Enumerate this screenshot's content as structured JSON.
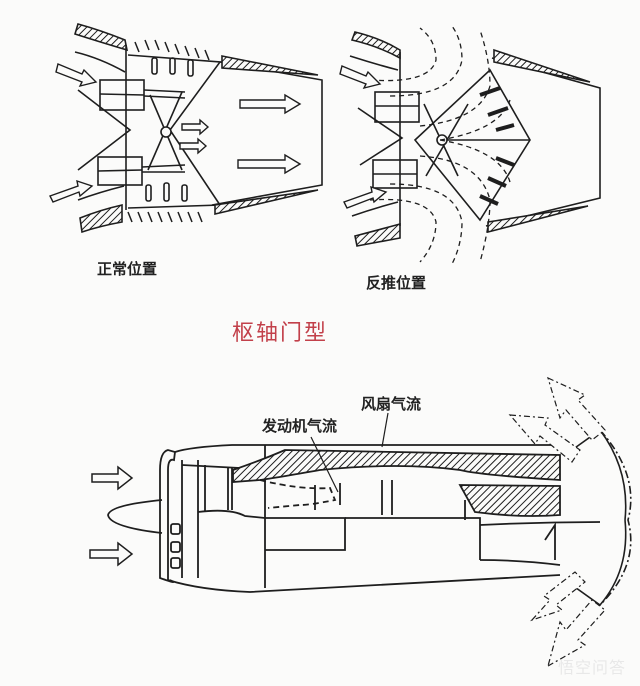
{
  "diagram": {
    "title": "枢轴门型",
    "title_color": "#c2404a",
    "panels": [
      {
        "id": "normal",
        "caption": "正常位置"
      },
      {
        "id": "reverse",
        "caption": "反推位置"
      }
    ],
    "engine_callouts": {
      "engine_airflow": "发动机气流",
      "fan_airflow": "风扇气流"
    },
    "watermark": "悟空问答",
    "line_color": "#1e1e1e"
  }
}
